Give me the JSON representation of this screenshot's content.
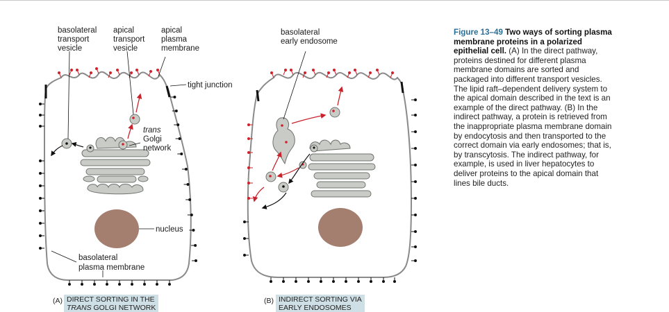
{
  "figure": {
    "number": "Figure 13–49",
    "title": "Two ways of sorting plasma membrane proteins in a polarized epithelial cell.",
    "body": "(A) In the direct pathway, proteins destined for different plasma membrane domains are sorted and packaged into different transport vesicles. The lipid raft–dependent delivery system to the apical domain described in the text is an example of the direct pathway. (B) In the indirect pathway, a protein is retrieved from the inappropriate plasma membrane domain by endocytosis and then transported to the correct domain via early endosomes; that is, by transcytosis. The indirect pathway, for example, is used in liver hepatocytes to deliver proteins to the apical domain that lines bile ducts."
  },
  "panel_a": {
    "labels": {
      "baso_vesicle": [
        "basolateral",
        "transport",
        "vesicle"
      ],
      "apical_vesicle": [
        "apical",
        "transport",
        "vesicle"
      ],
      "apical_membrane": [
        "apical",
        "plasma",
        "membrane"
      ],
      "tight_junction": "tight junction",
      "trans": "trans",
      "golgi": [
        "Golgi",
        "network"
      ],
      "nucleus": "nucleus",
      "baso_membrane": [
        "basolateral",
        "plasma membrane"
      ]
    },
    "letter": "(A)",
    "banner": [
      "DIRECT SORTING IN THE",
      "GOLGI NETWORK"
    ],
    "banner_italic": "TRANS"
  },
  "panel_b": {
    "labels": {
      "baso_endosome": [
        "basolateral",
        "early endosome"
      ]
    },
    "letter": "(B)",
    "banner": [
      "INDIRECT SORTING VIA",
      "EARLY ENDOSOMES"
    ]
  },
  "colors": {
    "membrane": "#8a8a8a",
    "organelle_fill": "#c9ccc6",
    "organelle_stroke": "#6f736d",
    "nucleus": "#a47e6e",
    "protein_red": "#d0212b",
    "arrow_red": "#c8232c",
    "banner_bg": "#cfdfe6",
    "caption_title": "#2a6f97"
  }
}
